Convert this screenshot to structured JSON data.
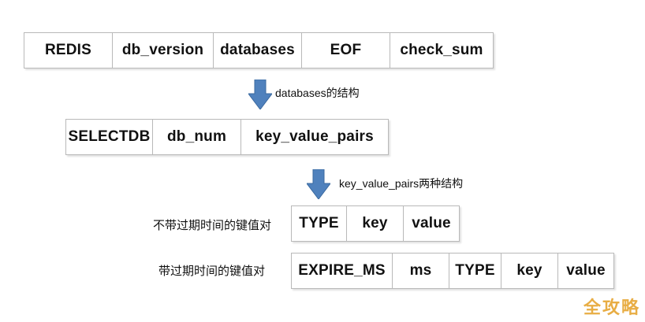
{
  "diagram": {
    "row_main": [
      "REDIS",
      "db_version",
      "databases",
      "EOF",
      "check_sum"
    ],
    "arrow1_label": "databases的结构",
    "row_databases": [
      "SELECTDB",
      "db_num",
      "key_value_pairs"
    ],
    "arrow2_label": "key_value_pairs两种结构",
    "kv_no_expire": {
      "label": "不带过期时间的键值对",
      "fields": [
        "TYPE",
        "key",
        "value"
      ]
    },
    "kv_with_expire": {
      "label": "带过期时间的键值对",
      "fields": [
        "EXPIRE_MS",
        "ms",
        "TYPE",
        "key",
        "value"
      ]
    }
  },
  "watermark": "全攻略",
  "colors": {
    "arrow": "#4f81bd",
    "border": "#b9b9b9",
    "watermark": "#e7a93a"
  }
}
